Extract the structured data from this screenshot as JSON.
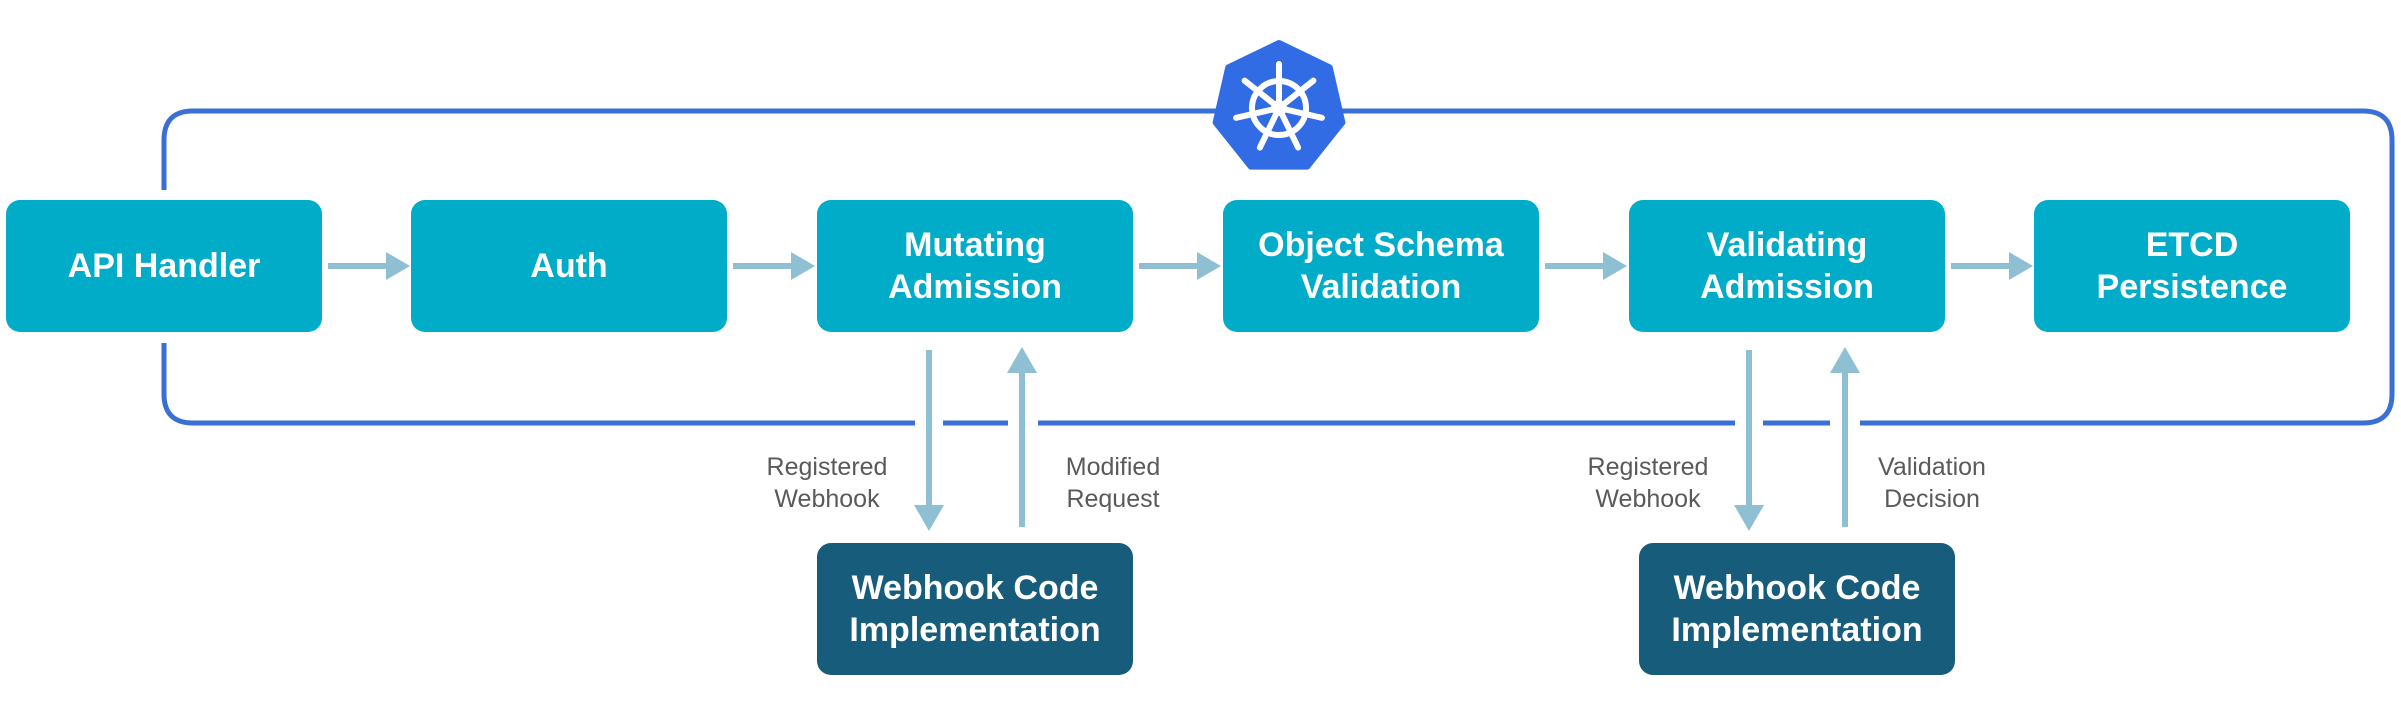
{
  "colors": {
    "stage": "#00acc8",
    "webhook_impl": "#175d7b",
    "flow_arrow": "#8fbfd3",
    "frame": "#3a6fd8",
    "logo": "#326ce5",
    "label_text": "#5a5a5a"
  },
  "logo_icon": "kubernetes-helm-icon",
  "stages": [
    {
      "id": "api-handler",
      "label": "API Handler"
    },
    {
      "id": "auth",
      "label": "Auth"
    },
    {
      "id": "mutating-admission",
      "label": "Mutating\nAdmission"
    },
    {
      "id": "object-schema-validation",
      "label": "Object Schema\nValidation"
    },
    {
      "id": "validating-admission",
      "label": "Validating\nAdmission"
    },
    {
      "id": "etcd-persistence",
      "label": "ETCD\nPersistence"
    }
  ],
  "webhooks": [
    {
      "attached_to": "mutating-admission",
      "implementation": "Webhook Code\nImplementation",
      "down_label": "Registered\nWebhook",
      "up_label": "Modified\nRequest"
    },
    {
      "attached_to": "validating-admission",
      "implementation": "Webhook Code\nImplementation",
      "down_label": "Registered\nWebhook",
      "up_label": "Validation\nDecision"
    }
  ]
}
